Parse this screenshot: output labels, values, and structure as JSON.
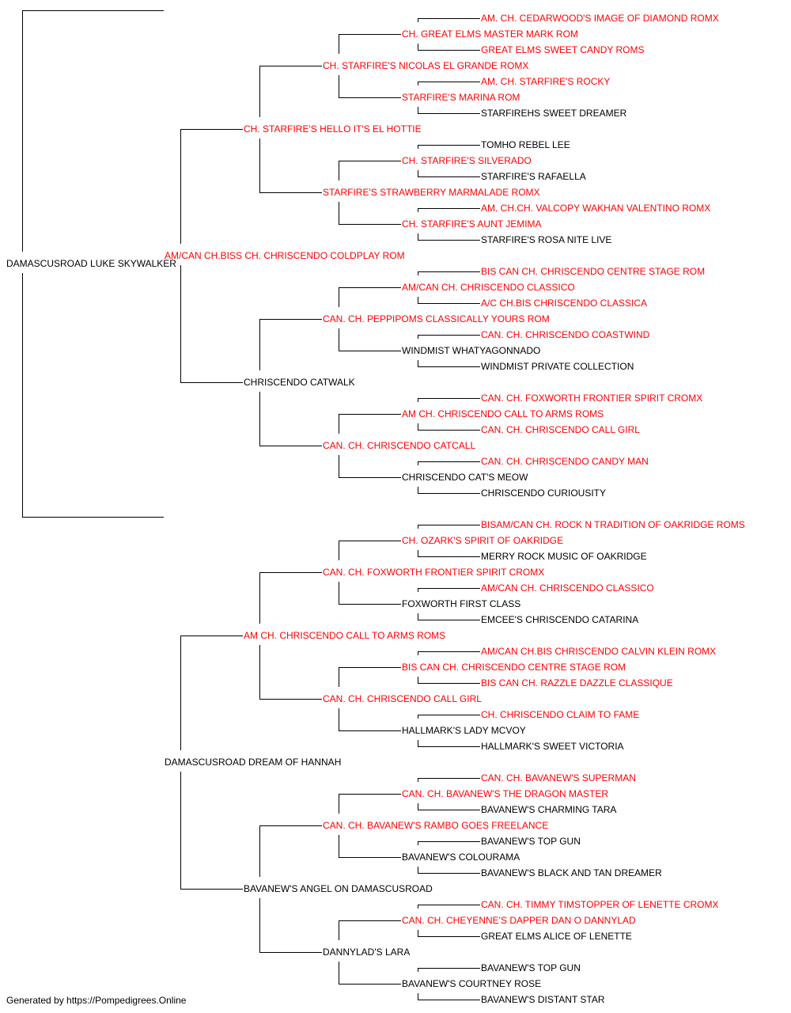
{
  "colors": {
    "champion": "#ff0000",
    "normal": "#000000",
    "line": "#000000"
  },
  "footer": "Generated by https://Pompedigrees.Online",
  "pedigree": {
    "name": "DAMASCUSROAD LUKE SKYWALKER",
    "red": false,
    "sire": {
      "name": "AM/CAN CH.BISS CH. CHRISCENDO COLDPLAY ROM",
      "red": true,
      "sire": {
        "name": "CH. STARFIRE'S HELLO IT'S EL HOTTIE",
        "red": true,
        "sire": {
          "name": "CH. STARFIRE'S NICOLAS EL GRANDE ROMX",
          "red": true,
          "sire": {
            "name": "CH. GREAT ELMS MASTER MARK ROM",
            "red": true,
            "sire": {
              "name": "AM. CH. CEDARWOOD'S IMAGE OF DIAMOND ROMX",
              "red": true
            },
            "dam": {
              "name": "GREAT ELMS SWEET CANDY ROMS",
              "red": true
            }
          },
          "dam": {
            "name": "STARFIRE'S MARINA ROM",
            "red": true,
            "sire": {
              "name": "AM. CH. STARFIRE'S ROCKY",
              "red": true
            },
            "dam": {
              "name": "STARFIREHS SWEET DREAMER",
              "red": false
            }
          }
        },
        "dam": {
          "name": "STARFIRE'S STRAWBERRY MARMALADE ROMX",
          "red": true,
          "sire": {
            "name": "CH. STARFIRE'S SILVERADO",
            "red": true,
            "sire": {
              "name": "TOMHO REBEL LEE",
              "red": false
            },
            "dam": {
              "name": "STARFIRE'S RAFAELLA",
              "red": false
            }
          },
          "dam": {
            "name": "CH. STARFIRE'S AUNT JEMIMA",
            "red": true,
            "sire": {
              "name": "AM. CH.CH. VALCOPY WAKHAN VALENTINO ROMX",
              "red": true
            },
            "dam": {
              "name": "STARFIRE'S ROSA NITE LIVE",
              "red": false
            }
          }
        }
      },
      "dam": {
        "name": "CHRISCENDO CATWALK",
        "red": false,
        "sire": {
          "name": "CAN. CH. PEPPIPOMS CLASSICALLY YOURS ROM",
          "red": true,
          "sire": {
            "name": "AM/CAN CH. CHRISCENDO CLASSICO",
            "red": true,
            "sire": {
              "name": "BIS CAN CH. CHRISCENDO CENTRE STAGE ROM",
              "red": true
            },
            "dam": {
              "name": "A/C CH.BIS CHRISCENDO CLASSICA",
              "red": true
            }
          },
          "dam": {
            "name": "WINDMIST WHATYAGONNADO",
            "red": false,
            "sire": {
              "name": "CAN. CH. CHRISCENDO COASTWIND",
              "red": true
            },
            "dam": {
              "name": "WINDMIST PRIVATE COLLECTION",
              "red": false
            }
          }
        },
        "dam": {
          "name": "CAN. CH. CHRISCENDO CATCALL",
          "red": true,
          "sire": {
            "name": "AM CH. CHRISCENDO CALL TO ARMS ROMS",
            "red": true,
            "sire": {
              "name": "CAN. CH. FOXWORTH FRONTIER SPIRIT CROMX",
              "red": true
            },
            "dam": {
              "name": "CAN. CH. CHRISCENDO CALL GIRL",
              "red": true
            }
          },
          "dam": {
            "name": "CHRISCENDO CAT'S MEOW",
            "red": false,
            "sire": {
              "name": "CAN. CH. CHRISCENDO CANDY MAN",
              "red": true
            },
            "dam": {
              "name": "CHRISCENDO CURIOUSITY",
              "red": false
            }
          }
        }
      }
    },
    "dam": {
      "name": "DAMASCUSROAD DREAM OF HANNAH",
      "red": false,
      "sire": {
        "name": "AM CH. CHRISCENDO CALL TO ARMS ROMS",
        "red": true,
        "sire": {
          "name": "CAN. CH. FOXWORTH FRONTIER SPIRIT CROMX",
          "red": true,
          "sire": {
            "name": "CH. OZARK'S SPIRIT OF OAKRIDGE",
            "red": true,
            "sire": {
              "name": "BISAM/CAN CH. ROCK N TRADITION OF OAKRIDGE ROMS",
              "red": true
            },
            "dam": {
              "name": "MERRY ROCK MUSIC OF OAKRIDGE",
              "red": false
            }
          },
          "dam": {
            "name": "FOXWORTH FIRST CLASS",
            "red": false,
            "sire": {
              "name": "AM/CAN CH. CHRISCENDO CLASSICO",
              "red": true
            },
            "dam": {
              "name": "EMCEE'S CHRISCENDO CATARINA",
              "red": false
            }
          }
        },
        "dam": {
          "name": "CAN. CH. CHRISCENDO CALL GIRL",
          "red": true,
          "sire": {
            "name": "BIS CAN CH. CHRISCENDO CENTRE STAGE ROM",
            "red": true,
            "sire": {
              "name": "AM/CAN CH.BIS CHRISCENDO CALVIN KLEIN ROMX",
              "red": true
            },
            "dam": {
              "name": "BIS CAN CH. RAZZLE DAZZLE CLASSIQUE",
              "red": true
            }
          },
          "dam": {
            "name": "HALLMARK'S LADY MCVOY",
            "red": false,
            "sire": {
              "name": "CH. CHRISCENDO CLAIM TO FAME",
              "red": true
            },
            "dam": {
              "name": "HALLMARK'S SWEET VICTORIA",
              "red": false
            }
          }
        }
      },
      "dam": {
        "name": "BAVANEW'S ANGEL ON DAMASCUSROAD",
        "red": false,
        "sire": {
          "name": "CAN. CH. BAVANEW'S RAMBO GOES FREELANCE",
          "red": true,
          "sire": {
            "name": "CAN. CH. BAVANEW'S THE DRAGON MASTER",
            "red": true,
            "sire": {
              "name": "CAN. CH. BAVANEW'S SUPERMAN",
              "red": true
            },
            "dam": {
              "name": "BAVANEW'S CHARMING TARA",
              "red": false
            }
          },
          "dam": {
            "name": "BAVANEW'S COLOURAMA",
            "red": false,
            "sire": {
              "name": "BAVANEW'S TOP GUN",
              "red": false
            },
            "dam": {
              "name": "BAVANEW'S BLACK AND TAN DREAMER",
              "red": false
            }
          }
        },
        "dam": {
          "name": "DANNYLAD'S LARA",
          "red": false,
          "sire": {
            "name": "CAN. CH. CHEYENNE'S DAPPER DAN O DANNYLAD",
            "red": true,
            "sire": {
              "name": "CAN. CH. TIMMY TIMSTOPPER OF LENETTE CROMX",
              "red": true
            },
            "dam": {
              "name": "GREAT ELMS ALICE OF LENETTE",
              "red": false
            }
          },
          "dam": {
            "name": "BAVANEW'S COURTNEY ROSE",
            "red": false,
            "sire": {
              "name": "BAVANEW'S TOP GUN",
              "red": false
            },
            "dam": {
              "name": "BAVANEW'S DISTANT STAR",
              "red": false
            }
          }
        }
      }
    }
  }
}
